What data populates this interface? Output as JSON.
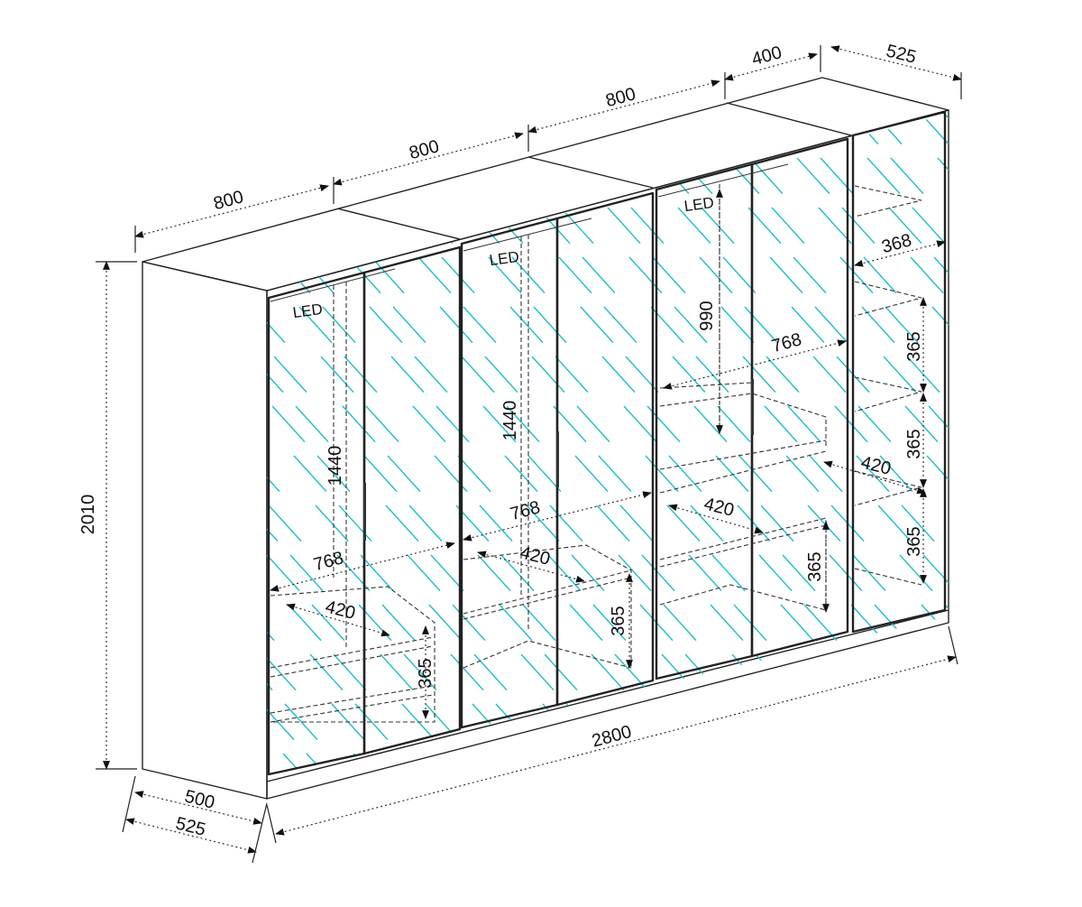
{
  "dimensions": {
    "top_widths": [
      "800",
      "800",
      "800",
      "400",
      "525"
    ],
    "height_total": "2010",
    "base_depth_inner": "500",
    "base_depth_outer": "525",
    "width_total": "2800"
  },
  "sections": {
    "section1": {
      "led": "LED",
      "hang_height": "1440",
      "shelf_width": "768",
      "shelf_depth": "420",
      "drawer_height": "365"
    },
    "section2": {
      "led": "LED",
      "hang_height": "1440",
      "shelf_width": "768",
      "shelf_depth": "420",
      "shelf_height": "365"
    },
    "section3": {
      "led": "LED",
      "hang_height": "990",
      "shelf_width": "768",
      "basket_depth": "420",
      "shelf_height": "365"
    },
    "section4": {
      "shelf_width": "368",
      "shelf_depth": "420",
      "shelf_gap_1": "365",
      "shelf_gap_2": "365",
      "shelf_gap_3": "365"
    }
  },
  "colors": {
    "mirror_hatch": "#19c2cc",
    "outline": "#222222"
  }
}
